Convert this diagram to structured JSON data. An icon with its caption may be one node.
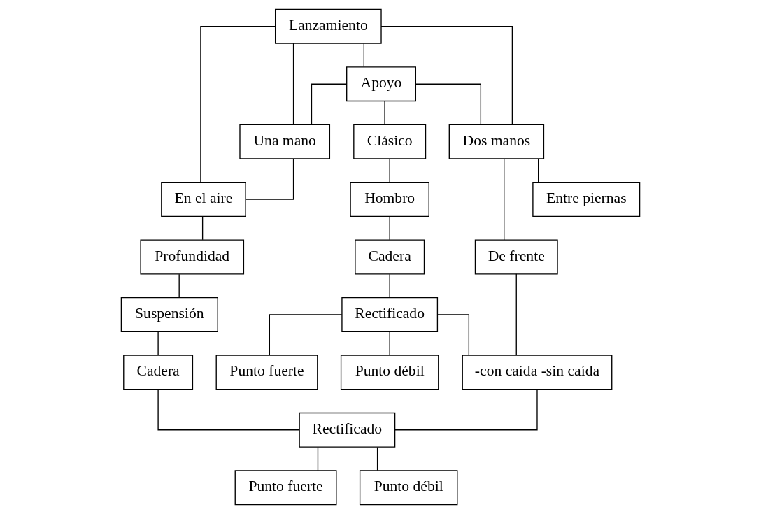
{
  "diagram": {
    "nodes": [
      {
        "text": [
          "Lanzamiento"
        ]
      },
      {
        "text": [
          "Una mano"
        ]
      },
      {
        "text": [
          "Apoyo"
        ]
      },
      {
        "text": [
          "En el aire"
        ]
      },
      {
        "text": [
          "Dos manos"
        ]
      },
      {
        "text": [
          "Clásico"
        ]
      },
      {
        "text": [
          "De frente"
        ]
      },
      {
        "text": [
          "Profundidad"
        ]
      },
      {
        "text": [
          "Entre piernas"
        ]
      },
      {
        "text": [
          "Hombro"
        ]
      },
      {
        "text": [
          "Suspensión"
        ]
      },
      {
        "text": [
          "Cadera"
        ]
      },
      {
        "text": [
          "Cadera"
        ]
      },
      {
        "text": [
          "-con caída -sin caída"
        ]
      },
      {
        "text": [
          "Rectificado"
        ]
      },
      {
        "text": [
          "Rectificado"
        ]
      },
      {
        "text": [
          "Punto fuerte"
        ]
      },
      {
        "text": [
          "Punto fuerte"
        ]
      },
      {
        "text": [
          "Punto débil"
        ]
      },
      {
        "text": [
          "Punto débil"
        ]
      }
    ],
    "edges": [
      {
        "from": 0,
        "to": 2,
        "arrow": "none"
      },
      {
        "from": 0,
        "to": 3,
        "arrow": "none"
      },
      {
        "from": 0,
        "to": 1,
        "arrow": "none"
      },
      {
        "from": 0,
        "to": 4,
        "arrow": "none"
      },
      {
        "from": 2,
        "to": 1,
        "arrow": "none"
      },
      {
        "from": 1,
        "to": 3,
        "arrow": "none"
      },
      {
        "from": 2,
        "to": 4,
        "arrow": "none"
      },
      {
        "from": 2,
        "to": 5,
        "arrow": "none"
      },
      {
        "from": 4,
        "to": 6,
        "arrow": "none"
      },
      {
        "from": 4,
        "to": 8,
        "arrow": "none"
      },
      {
        "from": 6,
        "to": 13,
        "arrow": "none"
      },
      {
        "from": 3,
        "to": 7,
        "arrow": "none"
      },
      {
        "from": 5,
        "to": 9,
        "arrow": "none"
      },
      {
        "from": 7,
        "to": 10,
        "arrow": "none"
      },
      {
        "from": 9,
        "to": 11,
        "arrow": "none"
      },
      {
        "from": 10,
        "to": 12,
        "arrow": "none"
      },
      {
        "from": 11,
        "to": 14,
        "arrow": "none"
      },
      {
        "from": 12,
        "to": 15,
        "arrow": "none"
      },
      {
        "from": 14,
        "to": 13,
        "arrow": "none"
      },
      {
        "from": 13,
        "to": 15,
        "arrow": "none"
      },
      {
        "from": 14,
        "to": 16,
        "arrow": "none"
      },
      {
        "from": 14,
        "to": 18,
        "arrow": "none"
      },
      {
        "from": 15,
        "to": 17,
        "arrow": "none"
      },
      {
        "from": 15,
        "to": 19,
        "arrow": "none"
      }
    ]
  }
}
